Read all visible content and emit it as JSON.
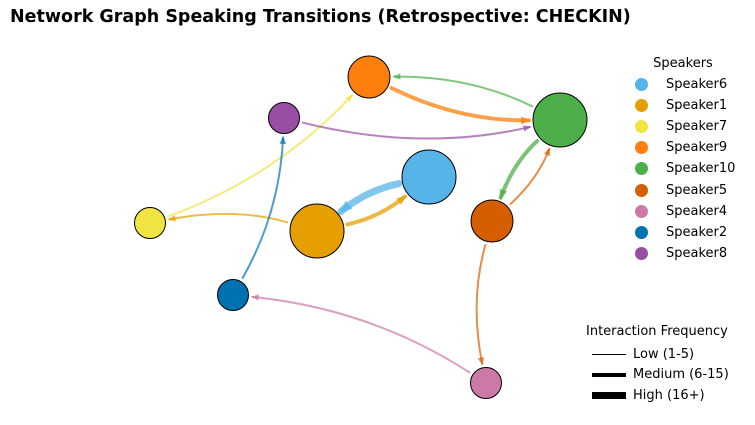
{
  "title": "Network Graph Speaking Transitions (Retrospective: CHECKIN)",
  "speakers_legend": {
    "title": "Speakers",
    "items": [
      {
        "name": "Speaker6",
        "color": "#56b4e9"
      },
      {
        "name": "Speaker1",
        "color": "#e69f00"
      },
      {
        "name": "Speaker7",
        "color": "#f0e442"
      },
      {
        "name": "Speaker9",
        "color": "#ff7f0e"
      },
      {
        "name": "Speaker10",
        "color": "#4daf4a"
      },
      {
        "name": "Speaker5",
        "color": "#d55e00"
      },
      {
        "name": "Speaker4",
        "color": "#cc79a7"
      },
      {
        "name": "Speaker2",
        "color": "#0072b2"
      },
      {
        "name": "Speaker8",
        "color": "#984ea3"
      }
    ]
  },
  "frequency_legend": {
    "title": "Interaction Frequency",
    "items": [
      {
        "label": "Low (1-5)",
        "level": "low"
      },
      {
        "label": "Medium (6-15)",
        "level": "medium"
      },
      {
        "label": "High (16+)",
        "level": "high"
      }
    ]
  },
  "nodes": [
    {
      "id": "Speaker6",
      "size": 5
    },
    {
      "id": "Speaker1",
      "size": 5
    },
    {
      "id": "Speaker7",
      "size": 2
    },
    {
      "id": "Speaker9",
      "size": 3
    },
    {
      "id": "Speaker10",
      "size": 5
    },
    {
      "id": "Speaker5",
      "size": 3
    },
    {
      "id": "Speaker4",
      "size": 2
    },
    {
      "id": "Speaker2",
      "size": 2
    },
    {
      "id": "Speaker8",
      "size": 2
    }
  ],
  "edges": [
    {
      "from": "Speaker6",
      "to": "Speaker1",
      "level": "high"
    },
    {
      "from": "Speaker1",
      "to": "Speaker6",
      "level": "medium"
    },
    {
      "from": "Speaker1",
      "to": "Speaker7",
      "level": "low"
    },
    {
      "from": "Speaker7",
      "to": "Speaker9",
      "level": "low"
    },
    {
      "from": "Speaker9",
      "to": "Speaker10",
      "level": "medium"
    },
    {
      "from": "Speaker10",
      "to": "Speaker9",
      "level": "low"
    },
    {
      "from": "Speaker10",
      "to": "Speaker5",
      "level": "medium"
    },
    {
      "from": "Speaker5",
      "to": "Speaker10",
      "level": "low"
    },
    {
      "from": "Speaker5",
      "to": "Speaker4",
      "level": "low"
    },
    {
      "from": "Speaker4",
      "to": "Speaker2",
      "level": "low"
    },
    {
      "from": "Speaker2",
      "to": "Speaker8",
      "level": "low"
    },
    {
      "from": "Speaker8",
      "to": "Speaker10",
      "level": "low"
    }
  ]
}
